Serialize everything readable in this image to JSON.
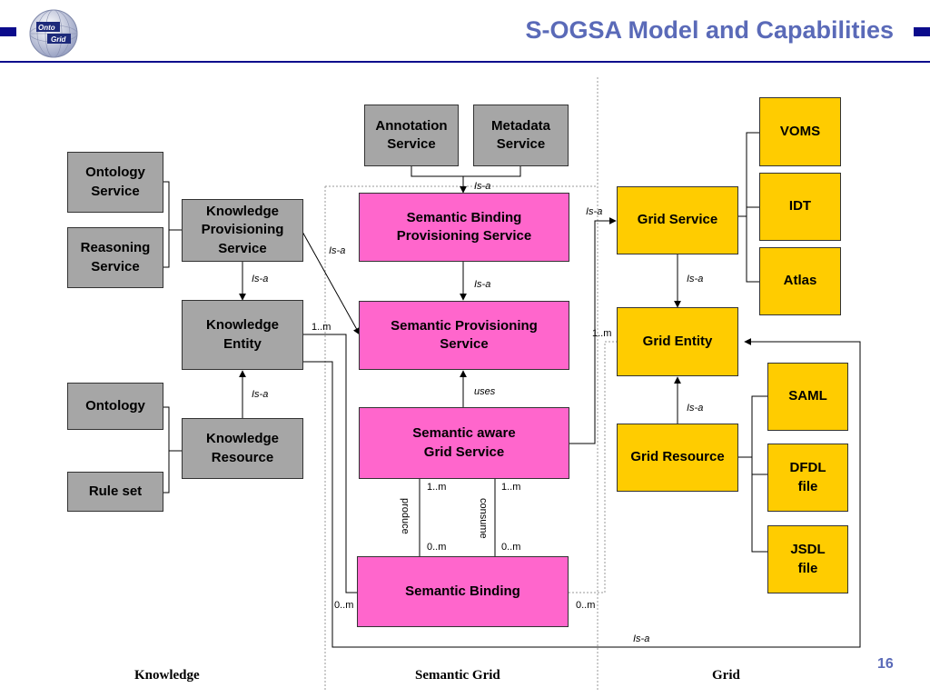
{
  "title": "S-OGSA Model and Capabilities",
  "logo_text": "OntoGrid",
  "page_number": "16",
  "columns": {
    "knowledge": "Knowledge",
    "semantic_grid": "Semantic Grid",
    "grid": "Grid"
  },
  "boxes": {
    "ontology_service": "Ontology\nService",
    "reasoning_service": "Reasoning\nService",
    "knowledge_provisioning_service": "Knowledge\nProvisioning\nService",
    "knowledge_entity": "Knowledge\nEntity",
    "ontology": "Ontology",
    "rule_set": "Rule set",
    "knowledge_resource": "Knowledge\nResource",
    "annotation_service": "Annotation\nService",
    "metadata_service": "Metadata\nService",
    "semantic_binding_provisioning_service": "Semantic Binding\nProvisioning Service",
    "semantic_provisioning_service": "Semantic Provisioning\nService",
    "semantic_aware_grid_service": "Semantic aware\nGrid Service",
    "semantic_binding": "Semantic Binding",
    "grid_service": "Grid Service",
    "grid_entity": "Grid Entity",
    "grid_resource": "Grid Resource",
    "voms": "VOMS",
    "idt": "IDT",
    "atlas": "Atlas",
    "saml": "SAML",
    "dfdl_file": "DFDL\nfile",
    "jsdl_file": "JSDL\nfile"
  },
  "labels": {
    "is_a": "Is-a",
    "uses": "uses",
    "produce": "produce",
    "consume": "consume",
    "one_to_m": "1..m",
    "zero_to_m": "0..m"
  },
  "colors": {
    "title": "#5a6ab8",
    "header_accent": "#0b0b8c",
    "knowledge_box": "#a6a6a6",
    "semantic_box": "#ff66cc",
    "grid_box": "#ffcc00"
  }
}
